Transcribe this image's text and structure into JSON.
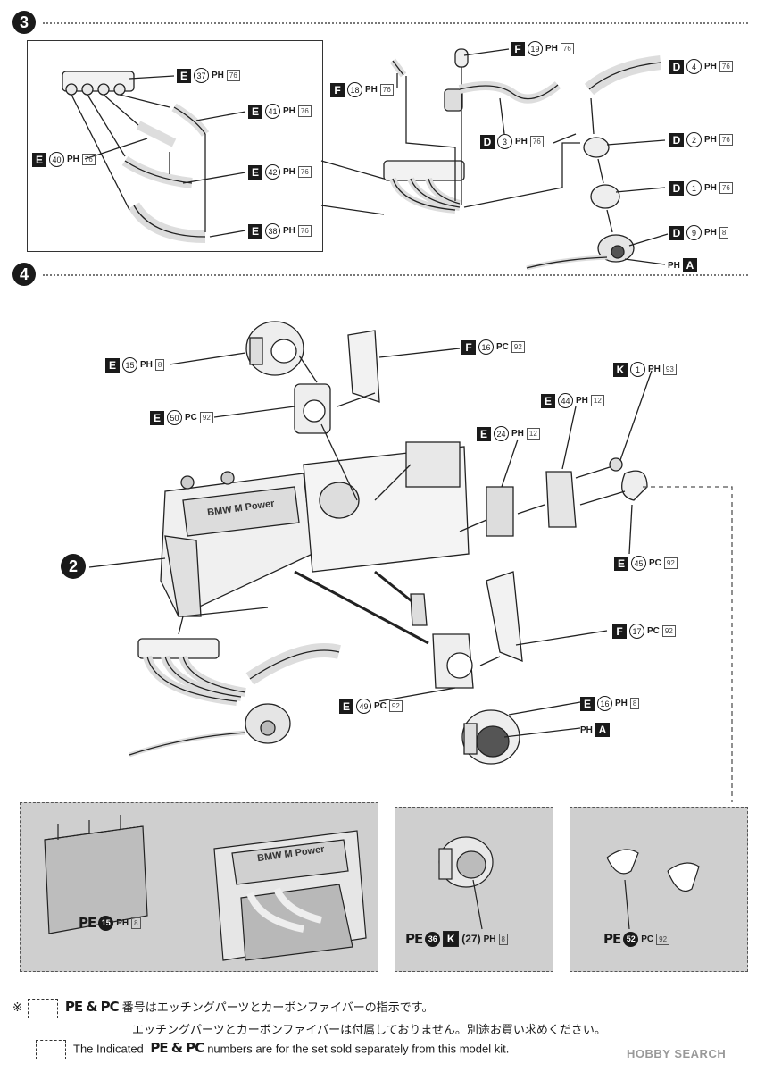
{
  "steps": [
    {
      "number": "3"
    },
    {
      "number": "4"
    }
  ],
  "step3": {
    "inset_labels": [
      {
        "letter": "E",
        "num": "37",
        "ref": "PH",
        "page": "76"
      },
      {
        "letter": "E",
        "num": "41",
        "ref": "PH",
        "page": "76"
      },
      {
        "letter": "E",
        "num": "40",
        "ref": "PH",
        "page": "76"
      },
      {
        "letter": "E",
        "num": "42",
        "ref": "PH",
        "page": "76"
      },
      {
        "letter": "E",
        "num": "38",
        "ref": "PH",
        "page": "76"
      }
    ],
    "labels": [
      {
        "letter": "F",
        "num": "19",
        "ref": "PH",
        "page": "76"
      },
      {
        "letter": "F",
        "num": "18",
        "ref": "PH",
        "page": "76"
      },
      {
        "letter": "D",
        "num": "4",
        "ref": "PH",
        "page": "76"
      },
      {
        "letter": "D",
        "num": "3",
        "ref": "PH",
        "page": "76"
      },
      {
        "letter": "D",
        "num": "2",
        "ref": "PH",
        "page": "76"
      },
      {
        "letter": "D",
        "num": "1",
        "ref": "PH",
        "page": "76"
      },
      {
        "letter": "D",
        "num": "9",
        "ref": "PH",
        "page": "8"
      }
    ],
    "ph_a": {
      "ref": "PH",
      "letter": "A"
    }
  },
  "step4": {
    "labels": [
      {
        "letter": "E",
        "num": "15",
        "ref": "PH",
        "page": "8"
      },
      {
        "letter": "F",
        "num": "16",
        "ref": "PC",
        "page": "92"
      },
      {
        "letter": "E",
        "num": "50",
        "ref": "PC",
        "page": "92"
      },
      {
        "letter": "K",
        "num": "1",
        "ref": "PH",
        "page": "93"
      },
      {
        "letter": "E",
        "num": "44",
        "ref": "PH",
        "page": "12"
      },
      {
        "letter": "E",
        "num": "24",
        "ref": "PH",
        "page": "12"
      },
      {
        "letter": "E",
        "num": "45",
        "ref": "PC",
        "page": "92"
      },
      {
        "letter": "F",
        "num": "17",
        "ref": "PC",
        "page": "92"
      },
      {
        "letter": "E",
        "num": "49",
        "ref": "PC",
        "page": "92"
      },
      {
        "letter": "E",
        "num": "16",
        "ref": "PH",
        "page": "8"
      }
    ],
    "ph_a": {
      "ref": "PH",
      "letter": "A"
    },
    "assembly_number": "2",
    "engine_text": "BMW M Power"
  },
  "panels": [
    {
      "pe": "PE",
      "num": "15",
      "ref": "PH",
      "page": "8"
    },
    {
      "pe": "PE",
      "num": "36",
      "k": "K",
      "k_num": "(27)",
      "ref": "PH",
      "page": "8"
    },
    {
      "pe": "PE",
      "num": "52",
      "ref": "PC",
      "page": "92"
    }
  ],
  "footer": {
    "symbol": "※",
    "jp_line1_marks": "PE & PC",
    "jp_line1": "番号はエッチングパーツとカーボンファイバーの指示です。",
    "jp_line2": "エッチングパーツとカーボンファイバーは付属しておりません。別途お買い求めください。",
    "en_prefix": "The Indicated",
    "en_marks": "PE & PC",
    "en_suffix": "numbers are for the set sold separately from this model kit.",
    "watermark": "HOBBY SEARCH"
  }
}
